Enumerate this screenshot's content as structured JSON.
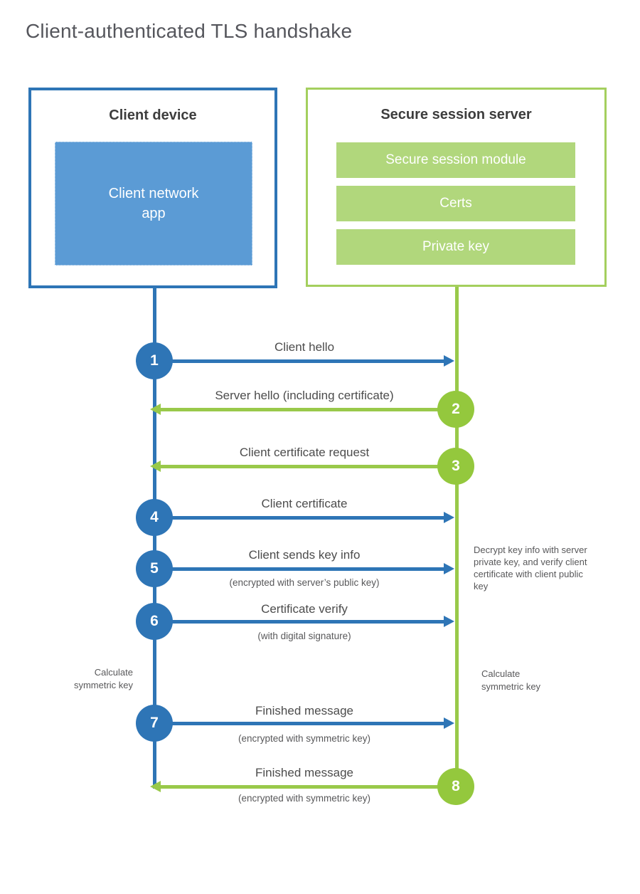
{
  "title": "Client-authenticated TLS handshake",
  "colors": {
    "blue_accent": "#2e75b6",
    "blue_fill": "#5b9bd5",
    "green_accent": "#94c83d",
    "green_border": "#a4cf5e",
    "green_fill": "#b1d77c"
  },
  "client_box": {
    "title": "Client device",
    "app_label": "Client network\napp"
  },
  "server_box": {
    "title": "Secure session server",
    "modules": [
      "Secure session module",
      "Certs",
      "Private key"
    ]
  },
  "steps": [
    {
      "num": "1",
      "label": "Client hello",
      "direction": "client-to-server"
    },
    {
      "num": "2",
      "label": "Server hello (including certificate)",
      "direction": "server-to-client"
    },
    {
      "num": "3",
      "label": "Client certificate request",
      "direction": "server-to-client"
    },
    {
      "num": "4",
      "label": "Client certificate",
      "direction": "client-to-server"
    },
    {
      "num": "5",
      "label": "Client sends key info",
      "sub": "(encrypted with server’s public key)",
      "direction": "client-to-server"
    },
    {
      "num": "6",
      "label": "Certificate verify",
      "sub": "(with digital signature)",
      "direction": "client-to-server"
    },
    {
      "num": "7",
      "label": "Finished message",
      "sub": "(encrypted with symmetric key)",
      "direction": "client-to-server"
    },
    {
      "num": "8",
      "label": "Finished message",
      "sub": "(encrypted with symmetric key)",
      "direction": "server-to-client"
    }
  ],
  "notes": {
    "decrypt": "Decrypt key info with server private key, and verify client certificate with client public key",
    "calc_left": "Calculate\nsymmetric key",
    "calc_right": "Calculate\nsymmetric key"
  }
}
